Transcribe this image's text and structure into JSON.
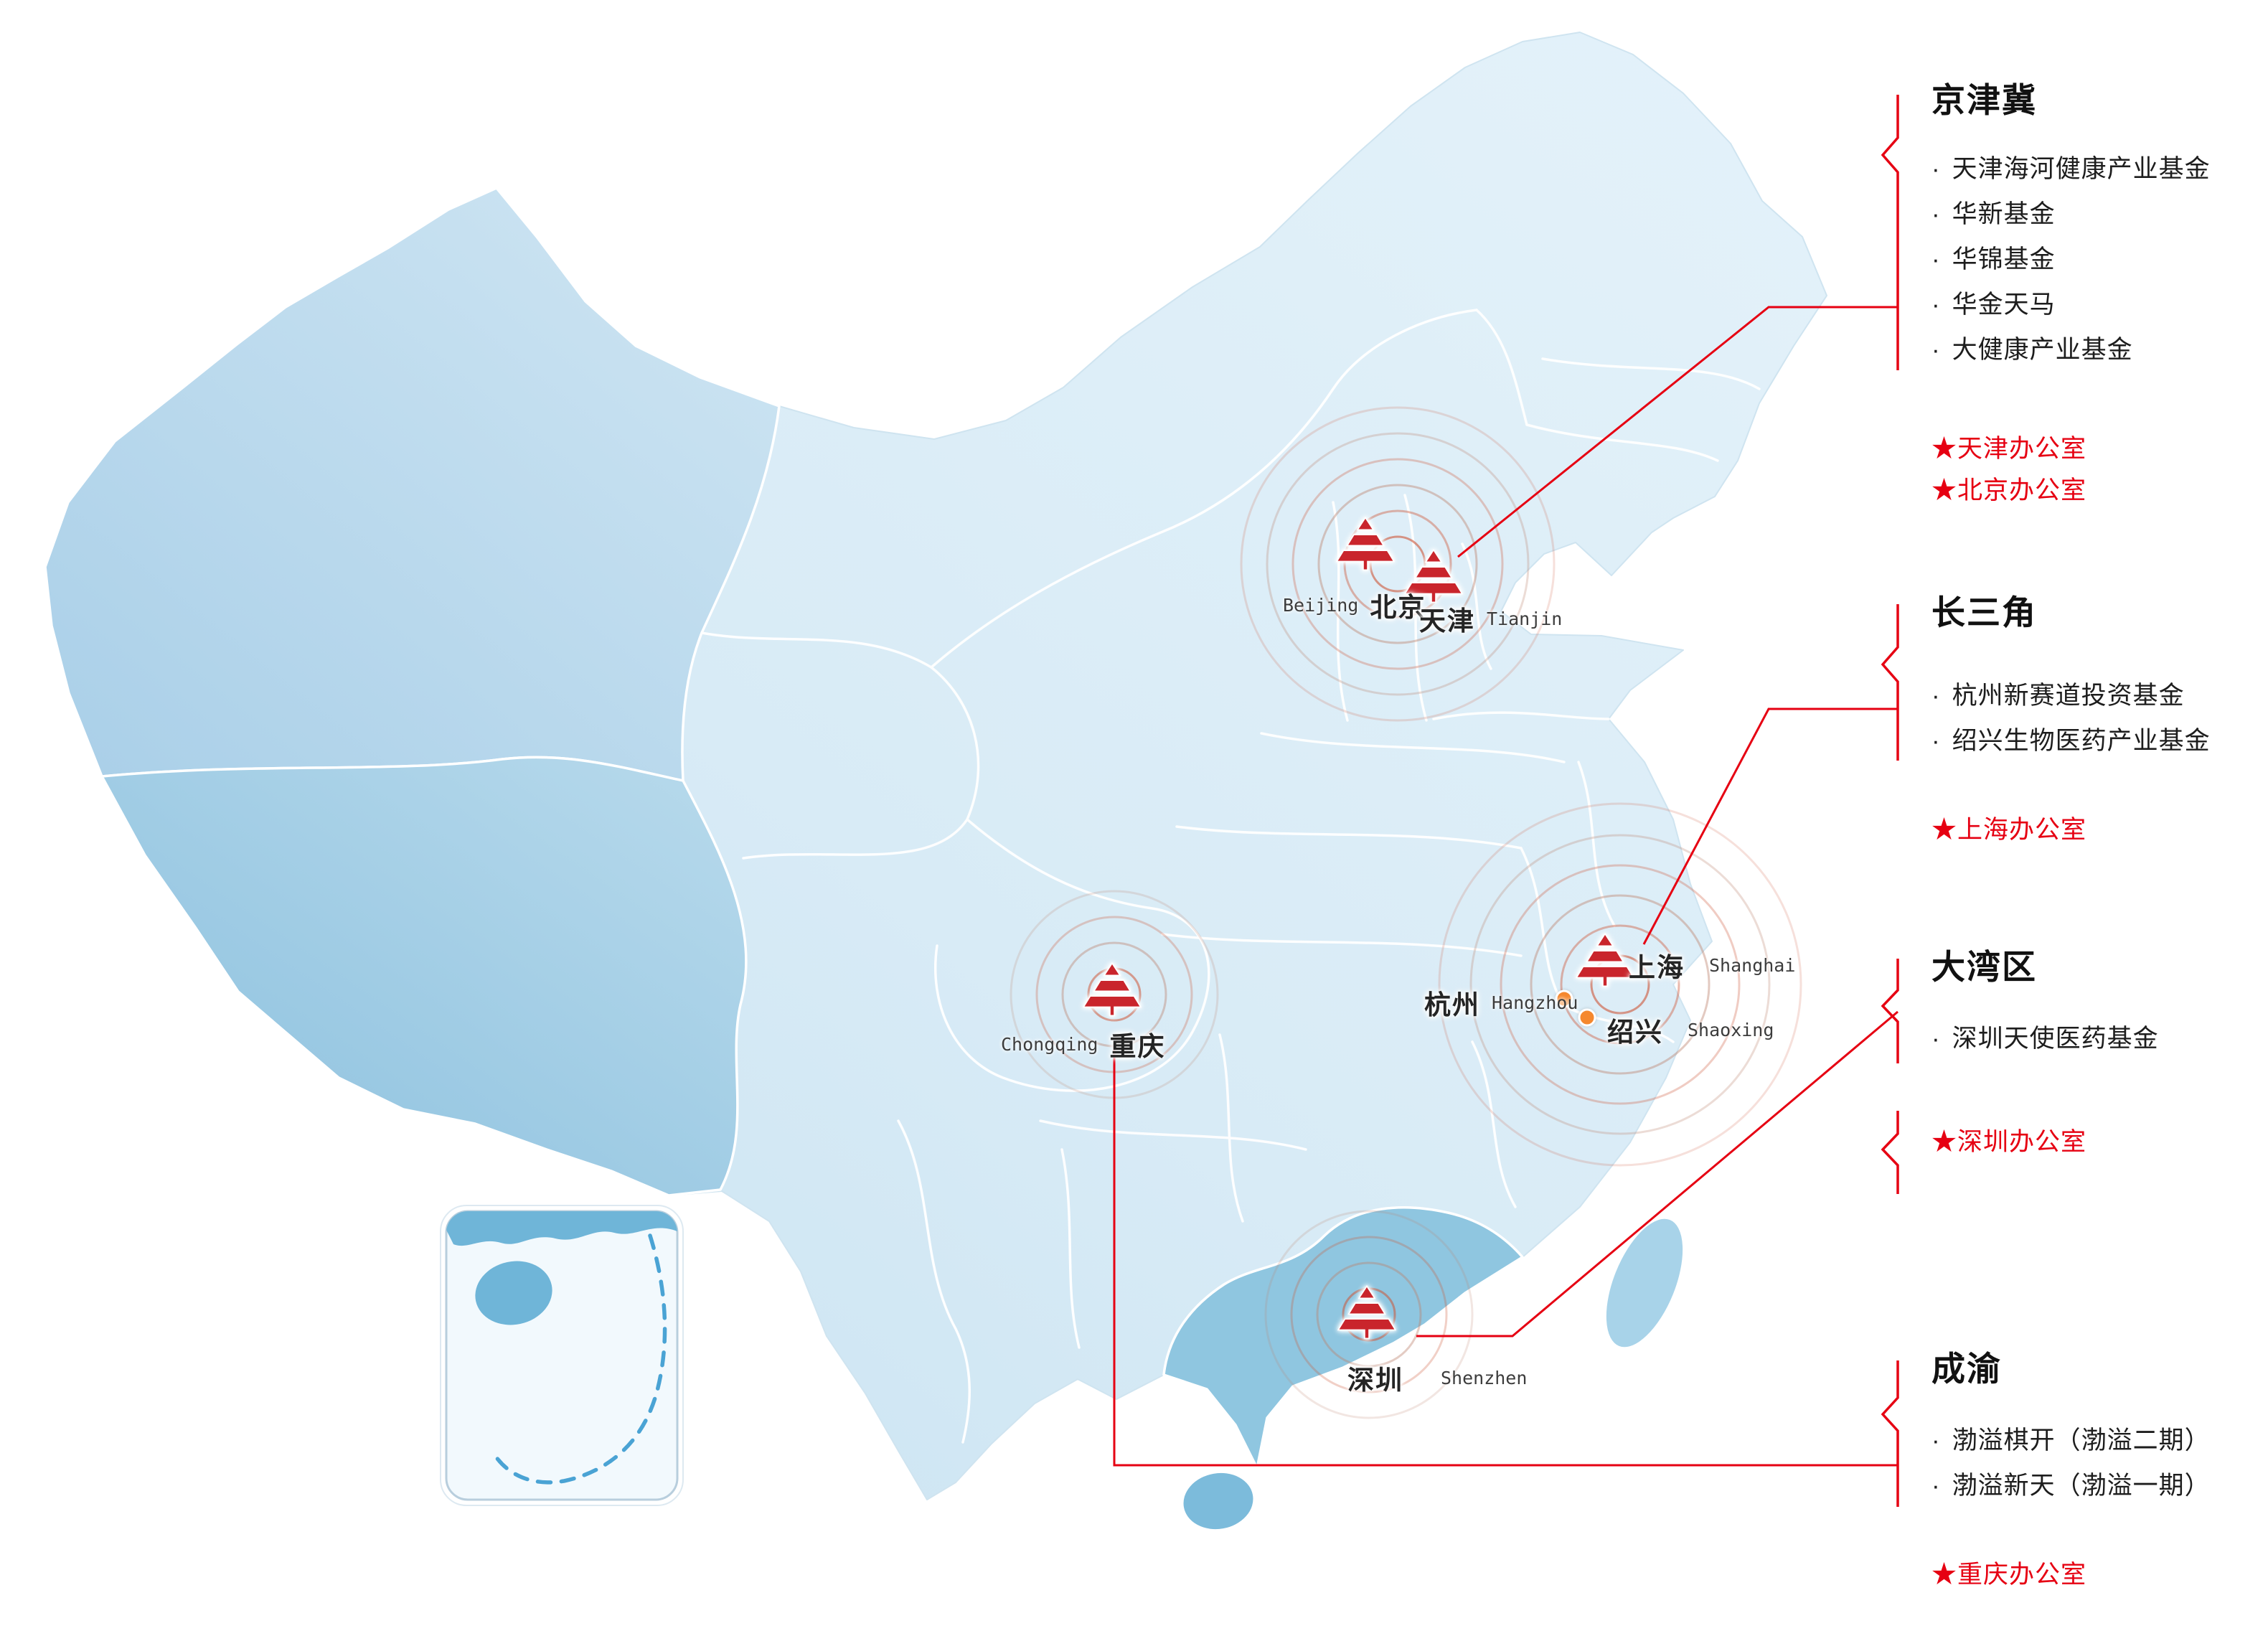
{
  "ui": {
    "bullet": "·"
  },
  "colors": {
    "accent_red": "#e60012",
    "logo_red": "#c9252c",
    "dot_orange": "#f5882e",
    "map_light": "#d8ebf6",
    "map_dark": "#8fc2df"
  },
  "cities": {
    "beijing": {
      "zh": "北京",
      "en": "Beijing"
    },
    "tianjin": {
      "zh": "天津",
      "en": "Tianjin"
    },
    "shanghai": {
      "zh": "上海",
      "en": "Shanghai"
    },
    "hangzhou": {
      "zh": "杭州",
      "en": "Hangzhou"
    },
    "shaoxing": {
      "zh": "绍兴",
      "en": "Shaoxing"
    },
    "chongqing": {
      "zh": "重庆",
      "en": "Chongqing"
    },
    "shenzhen": {
      "zh": "深圳",
      "en": "Shenzhen"
    }
  },
  "regions": [
    {
      "title": "京津冀",
      "funds": [
        "天津海河健康产业基金",
        "华新基金",
        "华锦基金",
        "华金天马",
        "大健康产业基金"
      ],
      "offices": [
        "★天津办公室",
        "★北京办公室"
      ]
    },
    {
      "title": "长三角",
      "funds": [
        "杭州新赛道投资基金",
        "绍兴生物医药产业基金"
      ],
      "offices": [
        "★上海办公室"
      ]
    },
    {
      "title": "大湾区",
      "funds": [
        "深圳天使医药基金"
      ],
      "offices": [
        "★深圳办公室"
      ]
    },
    {
      "title": "成渝",
      "funds": [
        "渤溢棋开（渤溢二期）",
        "渤溢新天（渤溢一期）"
      ],
      "offices": [
        "★重庆办公室"
      ]
    }
  ]
}
